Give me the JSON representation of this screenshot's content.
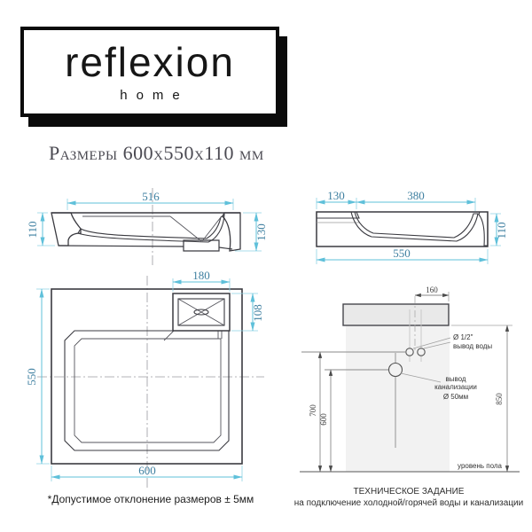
{
  "logo": {
    "brand": "reflexion",
    "sub": "home"
  },
  "page_title": "Размеры 600х550х110 мм",
  "colors": {
    "dimension_text": "#3e7fa0",
    "dimension_line": "#5fc0da",
    "drawing_line": "#3a3a40",
    "install_line": "#8a8a8a"
  },
  "front_view": {
    "dim_width_inner": "516",
    "dim_height_left": "110",
    "dim_height_right": "130"
  },
  "side_view": {
    "dim_back_ledge": "130",
    "dim_basin": "380",
    "dim_height": "110",
    "dim_depth": "550"
  },
  "top_view": {
    "dim_drain_width": "180",
    "dim_drain_depth": "108",
    "dim_depth": "550",
    "dim_width": "600"
  },
  "installation": {
    "dim_offset": "160",
    "dim_water_height": "700",
    "dim_drain_height": "600",
    "dim_counter_height": "850",
    "water_size_label": "Ø 1/2\"",
    "water_label": "вывод воды",
    "drain_label_line1": "вывод",
    "drain_label_line2": "канализации",
    "drain_size_label": "Ø 50мм",
    "floor_label": "уровень пола"
  },
  "footnotes": {
    "tolerance": "*Допустимое отклонение размеров ± 5мм",
    "spec_title": "ТЕХНИЧЕСКОЕ ЗАДАНИЕ",
    "spec_subtitle": "на подключение холодной/горячей воды и канализации"
  }
}
